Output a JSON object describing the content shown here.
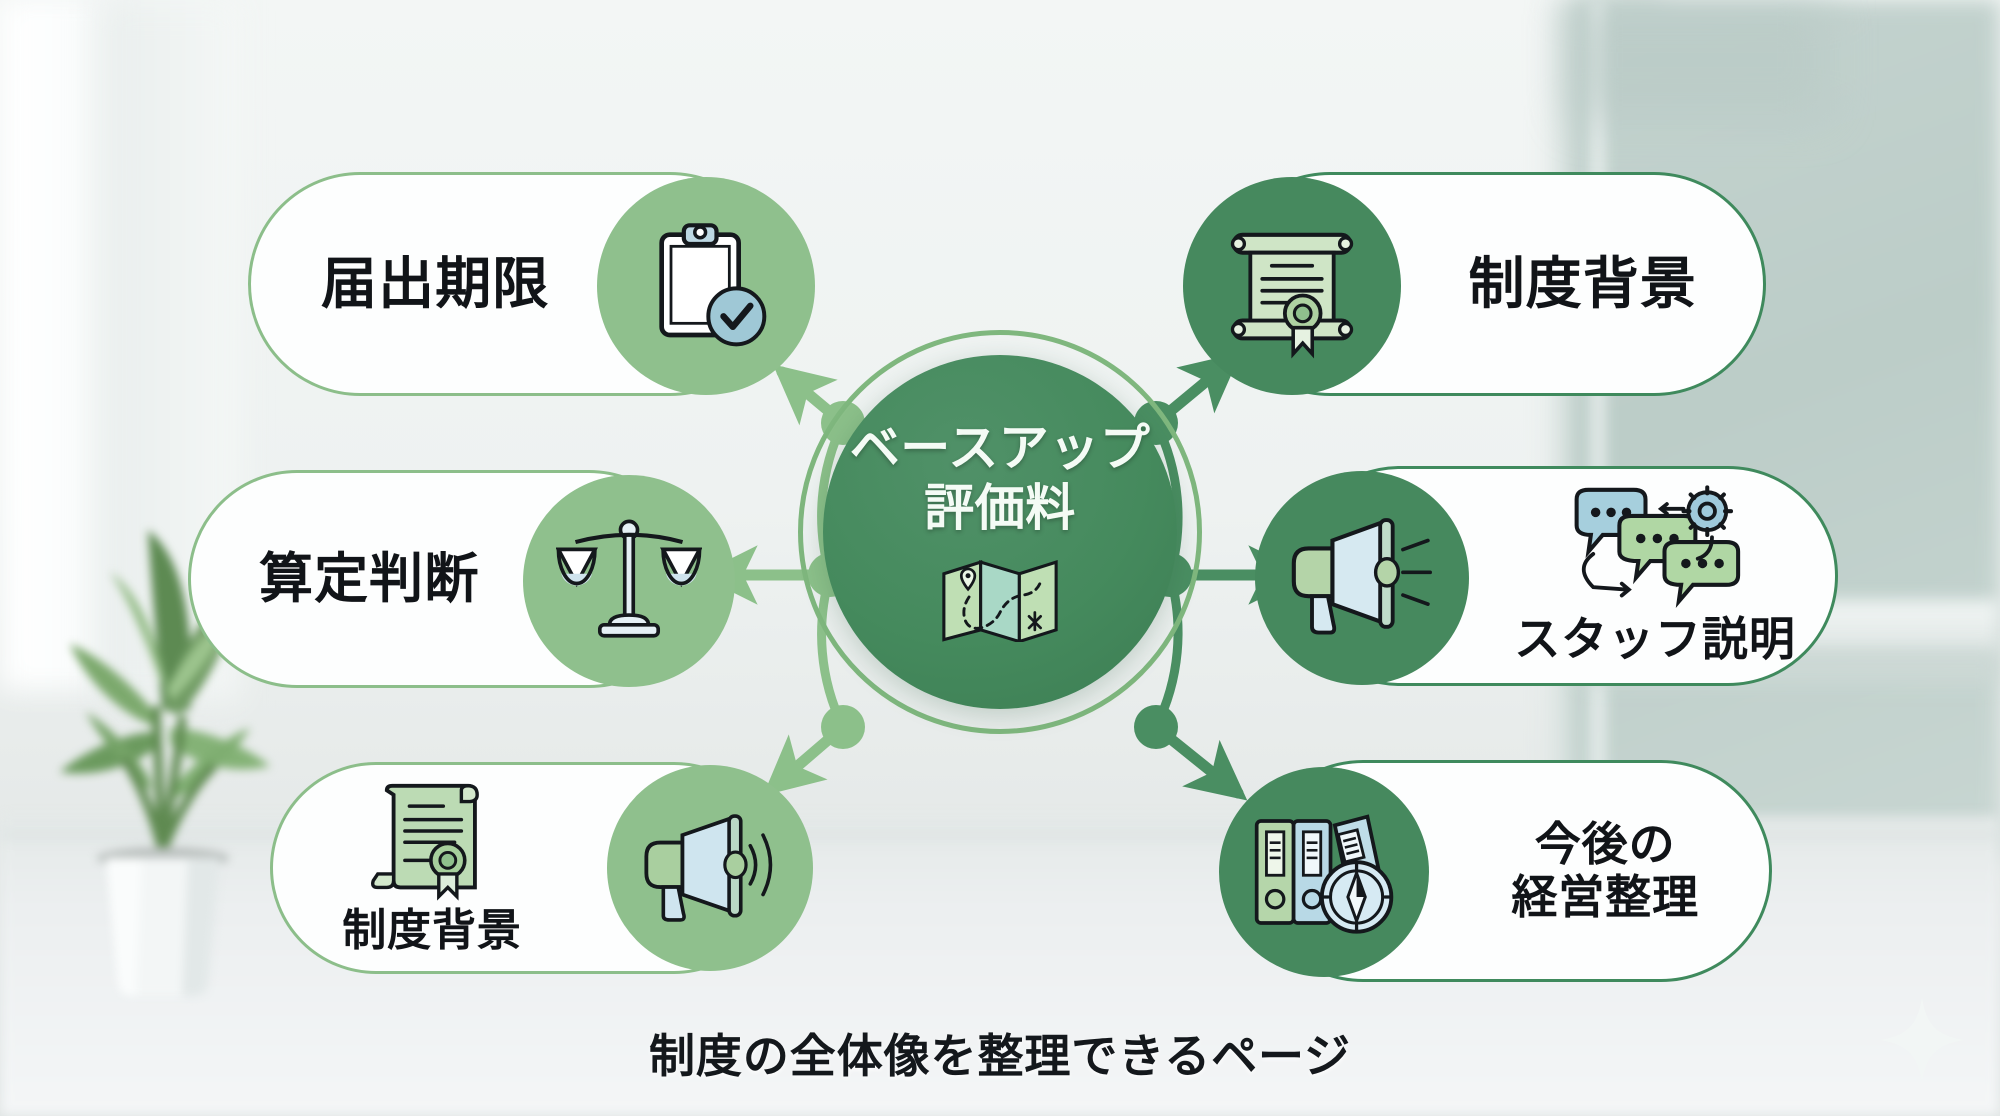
{
  "diagram": {
    "type": "hub-and-spoke",
    "center": {
      "title": "ベースアップ\n評価料",
      "icon": "folded-map-icon",
      "fill_color": "#458a5d",
      "ring_color": "#7fb77e",
      "text_color": "#f4fbf5"
    },
    "nodes": [
      {
        "id": "deadline",
        "label": "届出期限",
        "icon": "clipboard-check-icon",
        "side": "left",
        "position": "top-left",
        "disc_tone": "light",
        "disc_color": "#8fc08d",
        "border_color": "#8cbe8a",
        "arrow_direction": "hub-to-node"
      },
      {
        "id": "judgement",
        "label": "算定判断",
        "icon": "balance-scale-icon",
        "side": "left",
        "position": "middle-left",
        "disc_tone": "light",
        "disc_color": "#8fc08d",
        "border_color": "#8cbe8a",
        "arrow_direction": "hub-to-node"
      },
      {
        "id": "background-left",
        "label": "制度背景",
        "icon": "certificate-scroll-icon",
        "icon_secondary": "megaphone-icon",
        "side": "left",
        "position": "bottom-left",
        "disc_tone": "light",
        "disc_color": "#8fc08d",
        "border_color": "#8cbe8a",
        "arrow_direction": "hub-to-node"
      },
      {
        "id": "background-right",
        "label": "制度背景",
        "icon": "rolled-scroll-seal-icon",
        "side": "right",
        "position": "top-right",
        "disc_tone": "dark",
        "disc_color": "#46895e",
        "border_color": "#3f8a5d",
        "arrow_direction": "hub-to-node"
      },
      {
        "id": "staff",
        "label": "スタッフ説明",
        "icon": "megaphone-icon",
        "icon_secondary": "chat-bubbles-gear-icon",
        "side": "right",
        "position": "middle-right",
        "disc_tone": "dark",
        "disc_color": "#46895e",
        "border_color": "#3f8a5d",
        "arrow_direction": "hub-to-node"
      },
      {
        "id": "future",
        "label": "今後の\n経営整理",
        "icon": "binders-compass-icon",
        "side": "right",
        "position": "bottom-right",
        "disc_tone": "dark",
        "disc_color": "#46895e",
        "border_color": "#3f8a5d",
        "arrow_direction": "hub-to-node"
      }
    ],
    "connector_colors": {
      "left_branch": "#8cc08a",
      "right_branch": "#4a8e62",
      "joint": "#8cc08a",
      "joint_right": "#4a8e62"
    }
  },
  "caption": "制度の全体像を整理できるページ",
  "decorations": [
    {
      "name": "sparkle-icon",
      "color": "#f2f6f5",
      "position": "bottom-right"
    },
    {
      "name": "potted-plant",
      "position": "left",
      "style": "blurred-background"
    }
  ],
  "palette": {
    "deep_green": "#458a5d",
    "mid_green": "#4a8e62",
    "light_green": "#8fc08d",
    "pale_green": "#c7e0c2",
    "ice_blue": "#bdd8e3",
    "card_white": "#fdfefe",
    "ink": "#111418",
    "bg_wall": "#eef2f1",
    "bg_panel": "#c4d3cf"
  }
}
